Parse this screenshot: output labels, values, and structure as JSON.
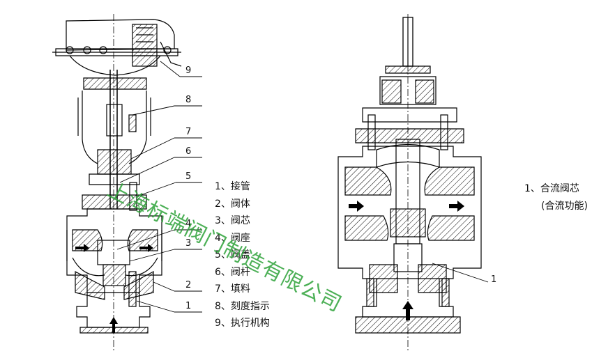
{
  "figure": {
    "left_view": {
      "callouts": [
        "9",
        "8",
        "7",
        "6",
        "5",
        "4",
        "3",
        "2",
        "1"
      ]
    },
    "legend": [
      "1、接管",
      "2、阀体",
      "3、阀芯",
      "4、阀座",
      "5、阀盖",
      "6、阀杆",
      "7、填料",
      "8、刻度指示",
      "9、执行机构"
    ],
    "right_view": {
      "callout": "1",
      "caption_line1": "1、合流阀芯",
      "caption_line2": "(合流功能)"
    },
    "watermark": "上海标端阀门制造有限公司",
    "colors": {
      "line": "#000000",
      "hatch": "#000000",
      "watermark": "#2fa33a"
    }
  }
}
